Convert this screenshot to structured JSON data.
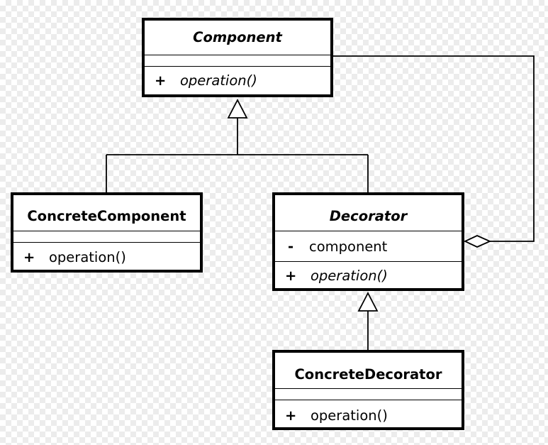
{
  "classes": {
    "component": {
      "name": "Component",
      "operations": [
        {
          "visibility": "+",
          "text": "operation()"
        }
      ]
    },
    "concrete_component": {
      "name": "ConcreteComponent",
      "operations": [
        {
          "visibility": "+",
          "text": "operation()"
        }
      ]
    },
    "decorator": {
      "name": "Decorator",
      "attributes": [
        {
          "visibility": "-",
          "text": "component"
        }
      ],
      "operations": [
        {
          "visibility": "+",
          "text": "operation()"
        }
      ]
    },
    "concrete_decorator": {
      "name": "ConcreteDecorator",
      "operations": [
        {
          "visibility": "+",
          "text": "operation()"
        }
      ]
    }
  }
}
